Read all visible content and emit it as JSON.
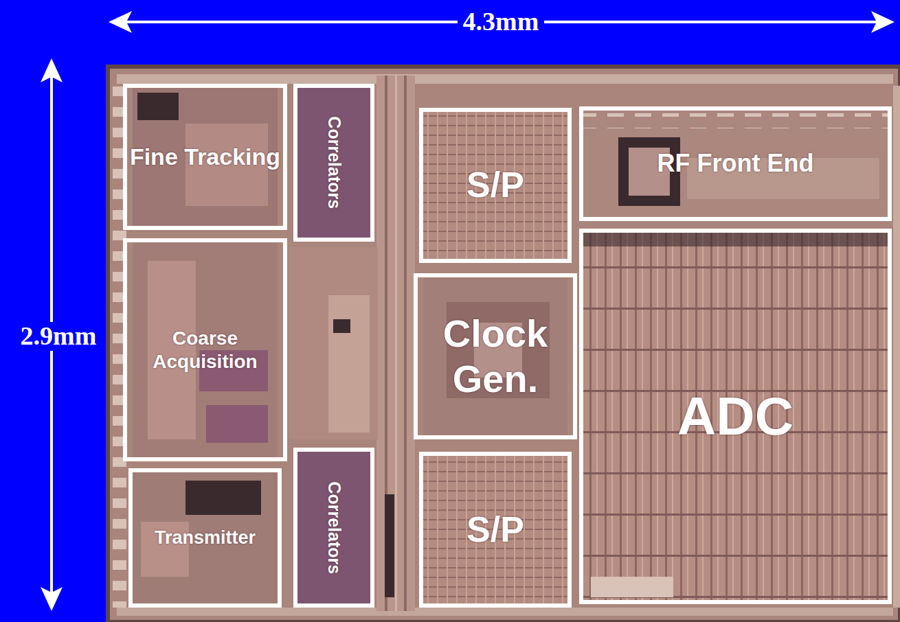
{
  "diagram": {
    "nodes": [
      {
        "text": [
          "Fine Tracking"
        ]
      },
      {
        "text": [
          "Correlators"
        ]
      },
      {
        "text": [
          "S/P"
        ]
      },
      {
        "text": [
          "RF Front End"
        ]
      },
      {
        "text": [
          "Coarse Acquisition"
        ]
      },
      {
        "text": [
          "Clock Gen."
        ]
      },
      {
        "text": [
          "ADC"
        ]
      },
      {
        "text": [
          "Transmitter"
        ]
      },
      {
        "text": [
          "Correlators"
        ]
      },
      {
        "text": [
          "S/P"
        ]
      }
    ],
    "labels": [
      "4.3mm",
      "2.9mm"
    ]
  }
}
